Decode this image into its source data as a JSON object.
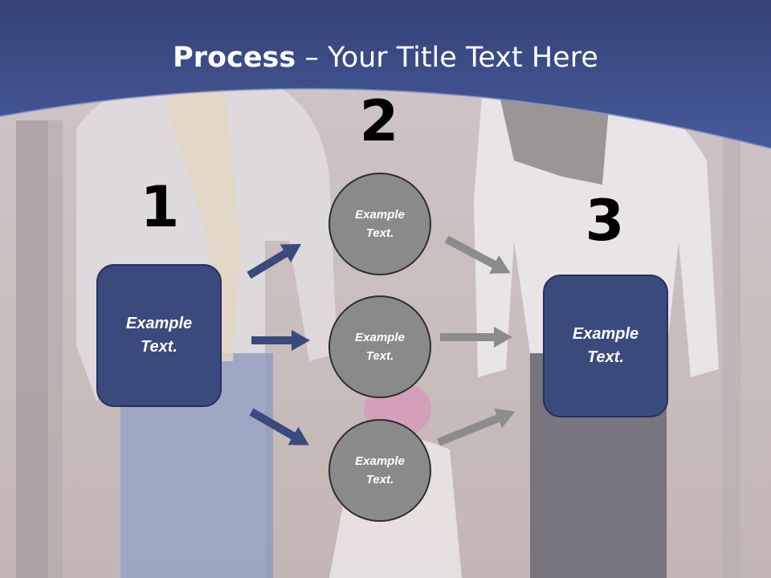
{
  "title": {
    "bold": "Process",
    "rest": " – Your Title Text Here"
  },
  "steps": {
    "one": {
      "number": "1",
      "text": "Example Text."
    },
    "two": {
      "number": "2"
    },
    "three": {
      "number": "3",
      "text": "Example Text."
    }
  },
  "circles": [
    {
      "text": "Example Text."
    },
    {
      "text": "Example Text."
    },
    {
      "text": "Example Text."
    }
  ],
  "colors": {
    "header_band": "#3d4f8f",
    "box_fill": "#3b4a7d",
    "circle_fill": "#8a8a8b",
    "arrow_navy": "#3b4a7d",
    "arrow_gray": "#8c8c8c"
  }
}
